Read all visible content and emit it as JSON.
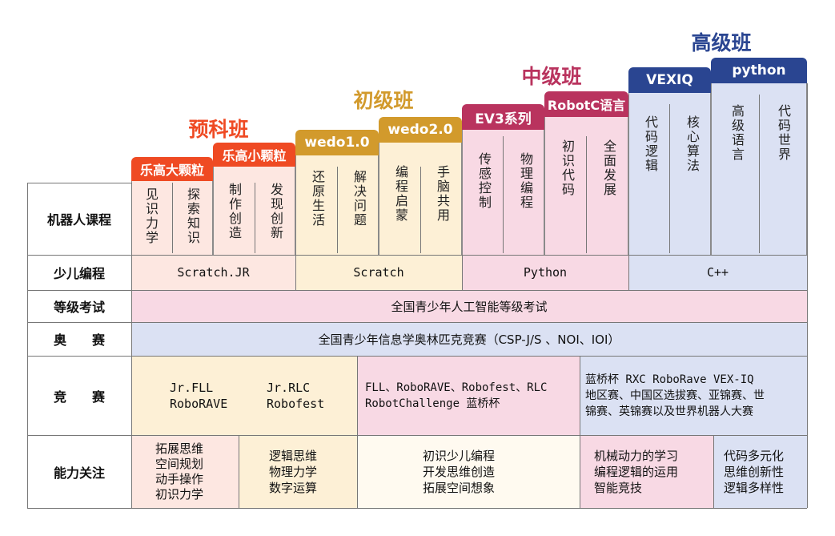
{
  "levels": {
    "preschool": "预科班",
    "beginner": "初级班",
    "intermediate": "中级班",
    "advanced": "高级班"
  },
  "tabs": {
    "lego_big": "乐高大颗粒",
    "lego_small": "乐高小颗粒",
    "wedo1": "wedo1.0",
    "wedo2": "wedo2.0",
    "ev3": "EV3系列",
    "robotc": "RobotC语言",
    "vexiq": "VEXIQ",
    "python": "python"
  },
  "topics": {
    "t1": "见识力学",
    "t2": "探索知识",
    "t3": "制作创造",
    "t4": "发现创新",
    "t5": "还原生活",
    "t6": "解决问题",
    "t7": "编程启蒙",
    "t8": "手脑共用",
    "t9": "传感控制",
    "t10": "物理编程",
    "t11": "初识代码",
    "t12": "全面发展",
    "t13": "代码逻辑",
    "t14": "核心算法",
    "t15": "高级语言",
    "t16": "代码世界"
  },
  "row_labels": {
    "robot": "机器人课程",
    "coding": "少儿编程",
    "exam": "等级考试",
    "olympiad": "奥　　赛",
    "contest": "竞　　赛",
    "ability": "能力关注"
  },
  "coding": {
    "c1": "Scratch.JR",
    "c2": "Scratch",
    "c3": "Python",
    "c4": "C++"
  },
  "exam": {
    "text": "全国青少年人工智能等级考试"
  },
  "olympiad": {
    "text": "全国青少年信息学奥林匹克竞赛（CSP-J/S 、NOI、IOI）"
  },
  "contest": {
    "a1": "Jr.FLL",
    "a2": "RoboRAVE",
    "a3": "Jr.RLC",
    "a4": "Robofest",
    "b1": "FLL、RoboRAVE、Robofest、RLC",
    "b2": "RobotChallenge 蓝桥杯",
    "c1": "蓝桥杯 RXC RoboRave VEX-IQ",
    "c2": "地区赛、中国区选拔赛、亚锦赛、世",
    "c3": "锦赛、英锦赛以及世界机器人大赛"
  },
  "ability": {
    "a": [
      "拓展思维",
      "空间规划",
      "动手操作",
      "初识力学"
    ],
    "b": [
      "逻辑思维",
      "物理力学",
      "数字运算"
    ],
    "c": [
      "初识少儿编程",
      "开发思维创造",
      "拓展空间想象"
    ],
    "d": [
      "机械动力的学习",
      "编程逻辑的运用",
      "智能竞技"
    ],
    "e": [
      "代码多元化",
      "思维创新性",
      "逻辑多样性"
    ]
  },
  "colors": {
    "orange": "#ef4a23",
    "gold": "#d29a2c",
    "magenta": "#b9335e",
    "navy": "#2a4591",
    "pink_light": "#fde7e1",
    "cream": "#fdf0d6",
    "rose": "#f8d9e4",
    "lavender": "#dbe1f3"
  }
}
